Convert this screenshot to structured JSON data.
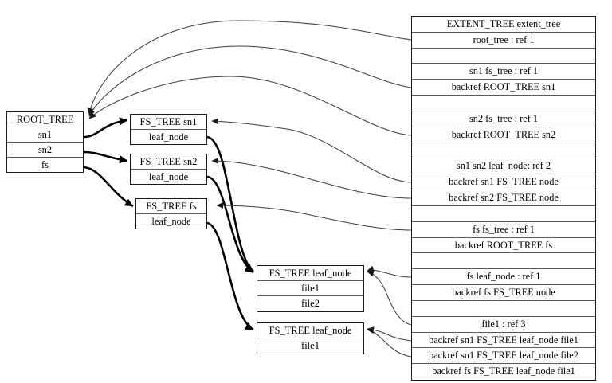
{
  "diagram": {
    "title": "btrfs extent tree backref diagram",
    "colors": {
      "node_border": "#1a1a1a",
      "row_divider": "#5a5a5a",
      "edge_thin": "#3c3c3c",
      "edge_thick": "#000000",
      "background": "#ffffff"
    }
  },
  "nodes": {
    "root_tree": {
      "name": "root-tree-node",
      "cells": [
        "ROOT_TREE",
        "sn1",
        "sn2",
        "fs"
      ]
    },
    "fs_tree_sn1": {
      "name": "fs-tree-sn1-node",
      "cells": [
        "FS_TREE sn1",
        "leaf_node"
      ]
    },
    "fs_tree_sn2": {
      "name": "fs-tree-sn2-node",
      "cells": [
        "FS_TREE sn2",
        "leaf_node"
      ]
    },
    "fs_tree_fs": {
      "name": "fs-tree-fs-node",
      "cells": [
        "FS_TREE fs",
        "leaf_node"
      ]
    },
    "leaf_node_a": {
      "name": "fs-tree-leaf-node-a",
      "cells": [
        "FS_TREE leaf_node",
        "file1",
        "file2"
      ]
    },
    "leaf_node_b": {
      "name": "fs-tree-leaf-node-b",
      "cells": [
        "FS_TREE leaf_node",
        "file1"
      ]
    }
  },
  "extent_tree": {
    "rows": [
      "EXTENT_TREE extent_tree",
      "root_tree : ref 1",
      "",
      "sn1 fs_tree : ref 1",
      "backref ROOT_TREE sn1",
      "",
      "sn2 fs_tree : ref 1",
      "backref ROOT_TREE sn2",
      "",
      "sn1 sn2 leaf_node: ref 2",
      "backref sn1 FS_TREE node",
      "backref sn2 FS_TREE node",
      "",
      "fs fs_tree : ref 1",
      "backref ROOT_TREE fs",
      "",
      "fs leaf_node : ref 1",
      "backref fs FS_TREE node",
      "",
      "file1 : ref 3",
      "backref sn1 FS_TREE leaf_node file1",
      "backref sn1 FS_TREE leaf_node file2",
      "backref fs FS_TREE leaf_node file1"
    ]
  }
}
